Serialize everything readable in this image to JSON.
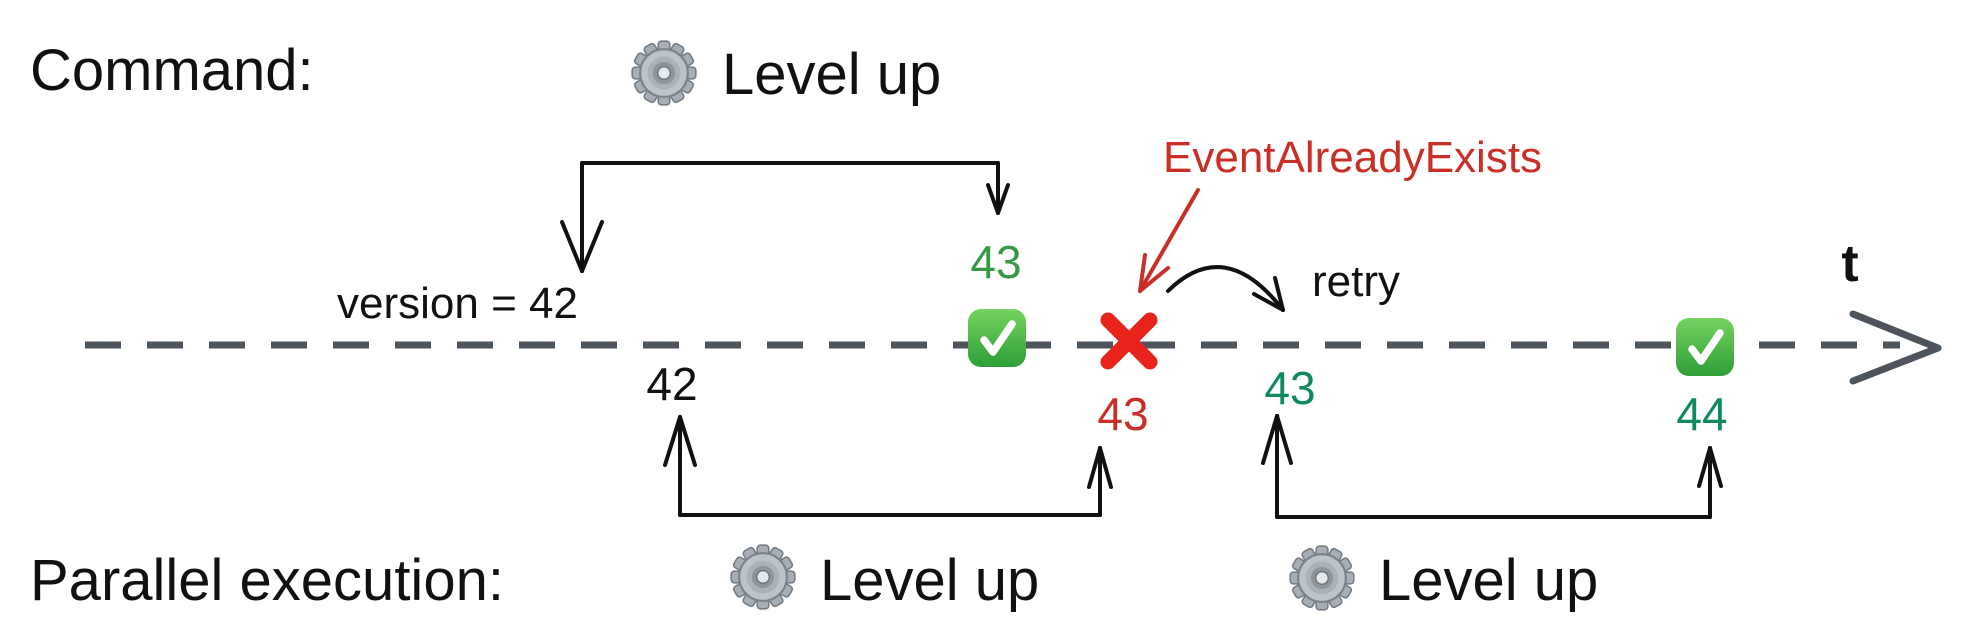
{
  "colors": {
    "timeline_gray": "#4d545c",
    "text_black": "#111111",
    "success_green": "#369a44",
    "retry_teal": "#0d8a62",
    "error_red": "#c92f26",
    "cross_red": "#e8231c",
    "check_green": "#2d9e37"
  },
  "command_row": {
    "label": "Command:",
    "operation": "Level up",
    "icon": "gear-icon"
  },
  "parallel_row": {
    "label": "Parallel execution:",
    "first": {
      "operation": "Level up",
      "icon": "gear-icon"
    },
    "second": {
      "operation": "Level up",
      "icon": "gear-icon"
    }
  },
  "timeline": {
    "axis_label": "t",
    "annotations": {
      "version_read": "version = 42",
      "error": "EventAlreadyExists",
      "retry": "retry"
    },
    "markers": {
      "parallel_read_version": "42",
      "parallel_written_version": "43",
      "command_failed_version": "43",
      "retry_read_version": "43",
      "retry_written_version": "44"
    },
    "icons": {
      "success": "check-icon",
      "failure": "cross-icon"
    }
  }
}
